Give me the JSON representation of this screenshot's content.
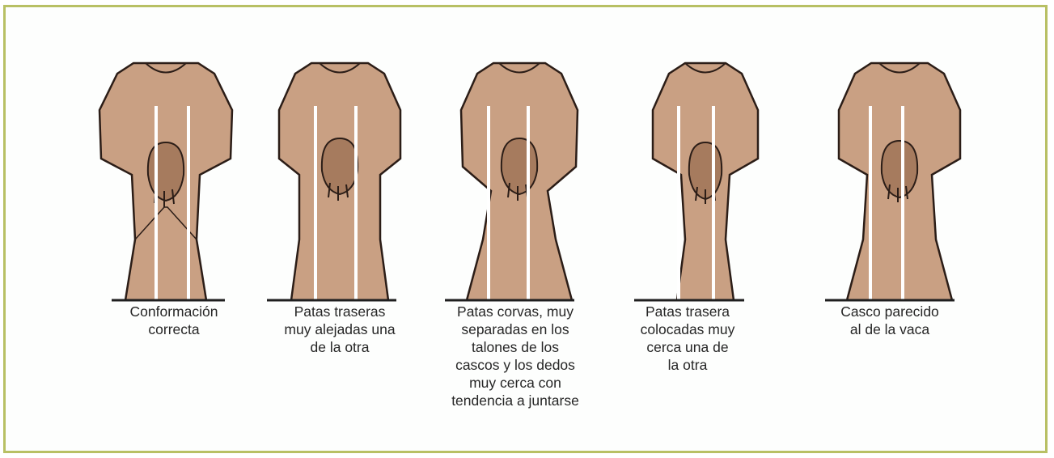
{
  "panels": [
    {
      "id": "correcta",
      "caption": "Conformación\ncorrecta"
    },
    {
      "id": "alejadas",
      "caption": "Patas traseras\nmuy alejadas una\nde la otra"
    },
    {
      "id": "corvas",
      "caption": "Patas corvas, muy\nseparadas en los\ntalones de los\ncascos y los dedos\nmuy cerca con\ntendencia a juntarse"
    },
    {
      "id": "cerca",
      "caption": "Patas trasera\ncolocadas muy\ncerca una de\nla otra"
    },
    {
      "id": "vaca",
      "caption": "Casco parecido\nal de la vaca"
    }
  ],
  "colors": {
    "frame_border": "#b8c064",
    "skin": "#c9a083",
    "skin_shade": "#a67b5e",
    "outline": "#2b1d17",
    "guide_line": "#ffffff"
  }
}
